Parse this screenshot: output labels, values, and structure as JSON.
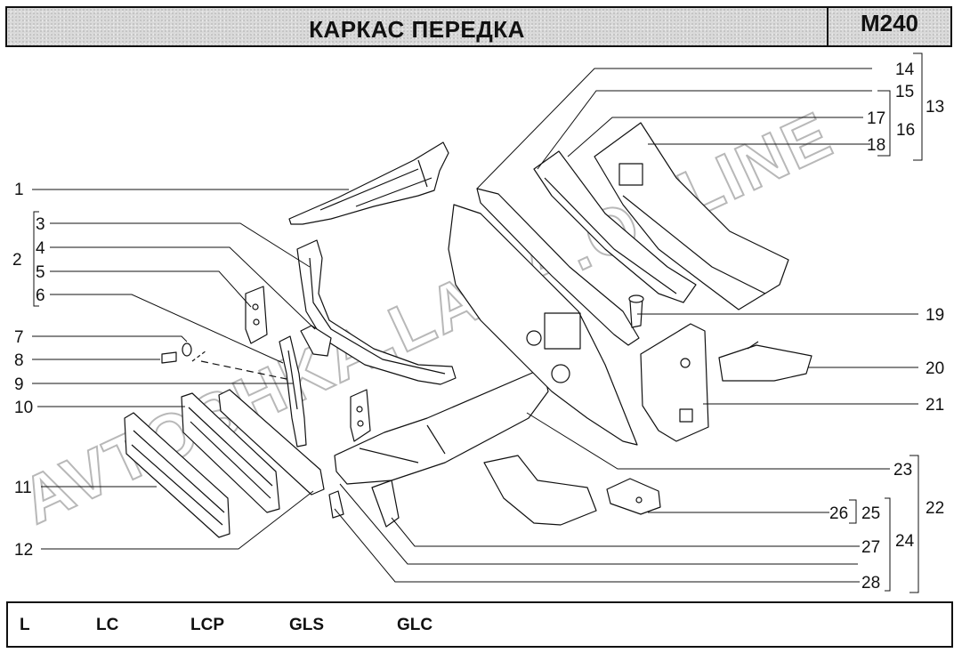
{
  "header": {
    "title": "КАРКАС ПЕРЕДКА",
    "code": "M240"
  },
  "watermark": "AVTOSHKA.LADA.ONLINE",
  "callouts": {
    "c1": "1",
    "c2": "2",
    "c3": "3",
    "c4": "4",
    "c5": "5",
    "c6": "6",
    "c7": "7",
    "c8": "8",
    "c9": "9",
    "c10": "10",
    "c11": "11",
    "c12": "12",
    "c13": "13",
    "c14": "14",
    "c15": "15",
    "c16": "16",
    "c17": "17",
    "c18": "18",
    "c19": "19",
    "c20": "20",
    "c21": "21",
    "c22": "22",
    "c23": "23",
    "c24": "24",
    "c25": "25",
    "c26": "26",
    "c27": "27",
    "c28": "28"
  },
  "footer": {
    "models": [
      "L",
      "LC",
      "LCP",
      "GLS",
      "GLC"
    ]
  }
}
